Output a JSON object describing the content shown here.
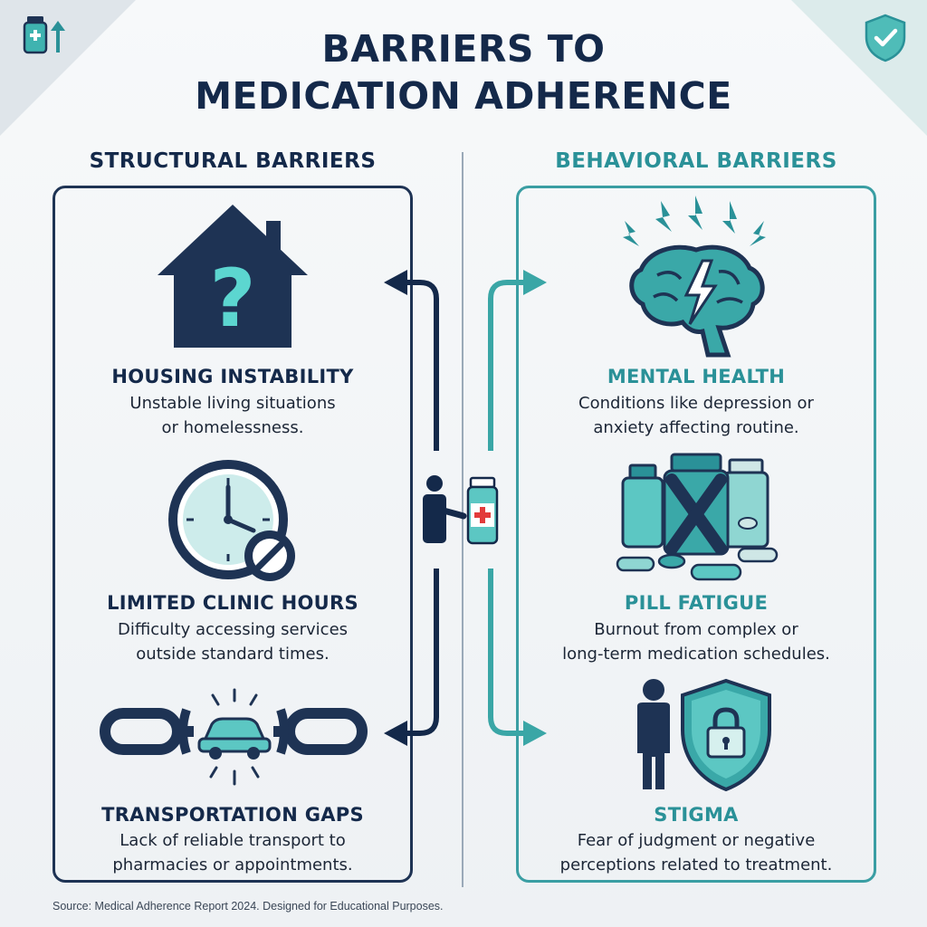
{
  "title_line1": "BARRIERS TO",
  "title_line2": "MEDICATION ADHERENCE",
  "left_column": {
    "heading": "STRUCTURAL BARRIERS",
    "items": [
      {
        "title": "HOUSING INSTABILITY",
        "desc1": "Unstable living situations",
        "desc2": "or homelessness.",
        "icon": "house-question-icon"
      },
      {
        "title": "LIMITED CLINIC HOURS",
        "desc1": "Difficulty accessing services",
        "desc2": "outside standard times.",
        "icon": "clock-blocked-icon"
      },
      {
        "title": "TRANSPORTATION GAPS",
        "desc1": "Lack of reliable transport to",
        "desc2": "pharmacies or appointments.",
        "icon": "broken-chain-car-icon"
      }
    ]
  },
  "right_column": {
    "heading": "BEHAVIORAL BARRIERS",
    "items": [
      {
        "title": "MENTAL HEALTH",
        "desc1": "Conditions like depression or",
        "desc2": "anxiety affecting routine.",
        "icon": "brain-lightning-icon"
      },
      {
        "title": "PILL FATIGUE",
        "desc1": "Burnout from complex or",
        "desc2": "long-term medication schedules.",
        "icon": "pill-bottles-cross-icon"
      },
      {
        "title": "STIGMA",
        "desc1": "Fear of judgment or negative",
        "desc2": "perceptions related to treatment.",
        "icon": "person-shield-lock-icon"
      }
    ]
  },
  "center_icon": "person-medicine-bottle-icon",
  "source": "Source: Medical Adherence Report 2024. Designed for Educational Purposes.",
  "colors": {
    "navy": "#14294a",
    "teal": "#2a9198",
    "light_teal": "#5cc7c3"
  }
}
